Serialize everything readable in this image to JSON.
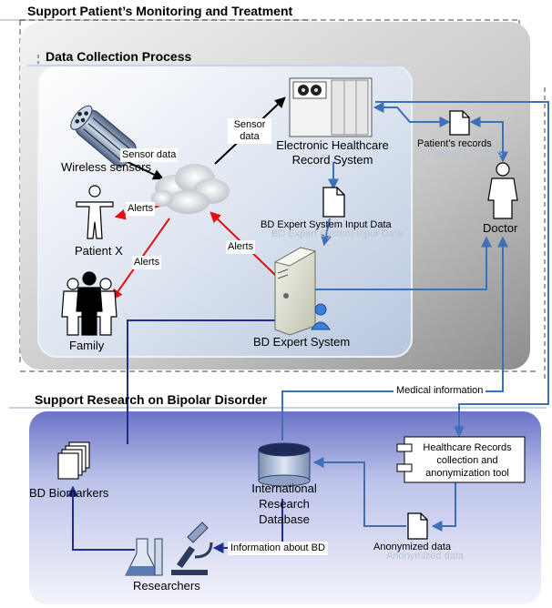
{
  "sections": {
    "monitoring_title": "Support Patient’s Monitoring and Treatment",
    "data_collection_title": "Data Collection Process",
    "research_title": "Support Research on Bipolar Disorder"
  },
  "nodes": {
    "wireless_sensors": "Wireless sensors",
    "patient_x": "Patient X",
    "family": "Family",
    "ehr_line1": "Electronic Healthcare",
    "ehr_line2": "Record System",
    "patients_records": "Patient’s records",
    "doctor": "Doctor",
    "bd_input_data": "BD Expert System Input Data",
    "bd_expert_system": "BD Expert System",
    "bd_biomarkers": "BD Biomarkers",
    "intl_db_line1": "International",
    "intl_db_line2": "Research",
    "intl_db_line3": "Database",
    "hr_tool_line1": "Healthcare Records",
    "hr_tool_line2": "collection and",
    "hr_tool_line3": "anonymization tool",
    "anonymized_data": "Anonymized data",
    "researchers": "Researchers"
  },
  "edges": {
    "sensor_data": "Sensor data",
    "sensor_data_2_line1": "Sensor",
    "sensor_data_2_line2": "data",
    "alerts_patient": "Alerts",
    "alerts_family": "Alerts",
    "alerts_expert": "Alerts",
    "medical_information": "Medical information",
    "information_about_bd": "Information about BD"
  },
  "ghost_labels": {
    "patients_records_ghost": "Patient’s records",
    "bd_input_ghost": "BD Expert System Input Data",
    "anonymized_ghost": "Anonymized data"
  },
  "colors": {
    "blue_arrow": "#3f6fb5",
    "navy_arrow": "#1f2f8f",
    "red_arrow": "#e01010",
    "black_arrow": "#000000"
  }
}
